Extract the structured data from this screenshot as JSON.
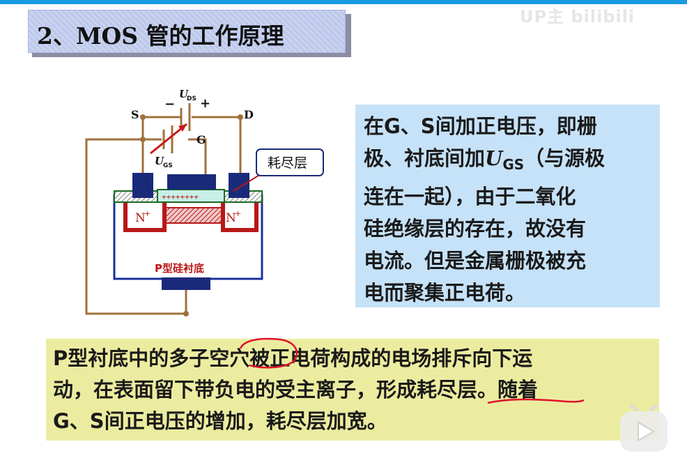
{
  "header": {
    "title": "2、MOS 管的工作原理",
    "watermark": "UP主 bilibili"
  },
  "diagram": {
    "label_S": "S",
    "label_D": "D",
    "label_G": "G",
    "udp": "U",
    "udp_sub": "DS",
    "ugs": "U",
    "ugs_sub": "GS",
    "minus": "−",
    "plus": "+",
    "depletion_label": "耗尽层",
    "n_left": "N",
    "n_right": "N",
    "n_sup": "+",
    "gate_charges": "++++++++",
    "substrate_label": "P型硅衬底"
  },
  "side_panel": {
    "line1": "在G、S间加正电压，即栅",
    "line2a": "极、衬底间加",
    "line2_var": "U",
    "line2_sub": "GS",
    "line2b": "（与源极",
    "line3": "连在一起），由于二氧化",
    "line4": "硅绝缘层的存在，故没有",
    "line5": "电流。但是金属栅极被充",
    "line6": "电而聚集正电荷。"
  },
  "bottom_panel": {
    "line1": "P型衬底中的多子空穴被正电荷构成的电场排斥向下运",
    "line2": "动，在表面留下带负电的受主离子，形成耗尽层。随着",
    "line3": "G、S间正电压的增加，耗尽层加宽。"
  },
  "colors": {
    "title_bg": "#c9d3f0",
    "side_bg": "#c6e2f8",
    "bottom_bg": "#ececa0",
    "wire": "#a0703c",
    "metal": "#1a2a7a",
    "n_region": "#b81818",
    "oxide": "#c8f0e8",
    "substrate_border": "#1a30a0",
    "annotation": "#e0102a",
    "topbar": "#1a9ae0"
  }
}
